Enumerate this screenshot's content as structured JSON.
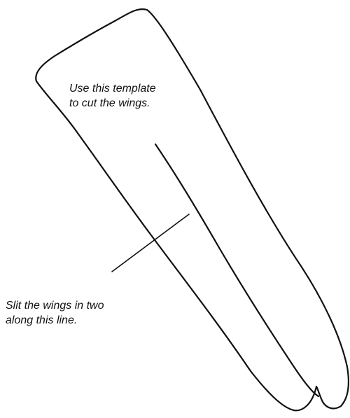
{
  "labels": {
    "template_line1": "Use this template",
    "template_line2": "to cut the wings.",
    "slit_line1": "Slit the wings in two",
    "slit_line2": "along this line."
  },
  "colors": {
    "stroke": "#111111",
    "background": "#ffffff"
  }
}
